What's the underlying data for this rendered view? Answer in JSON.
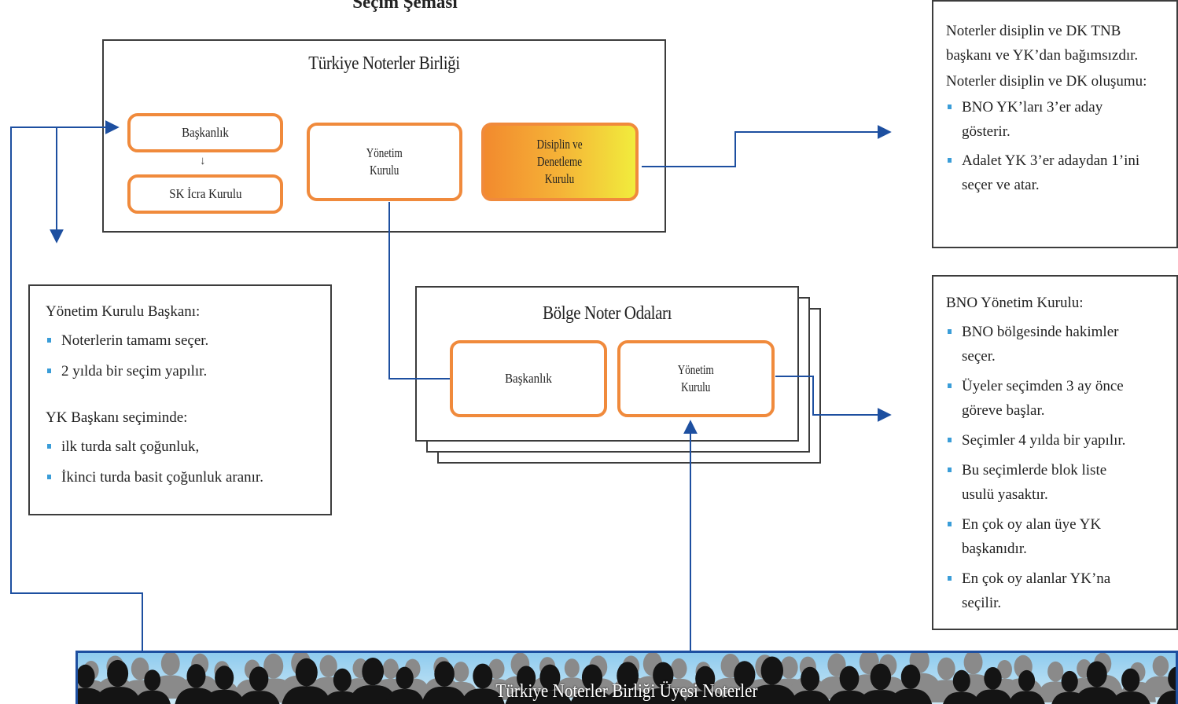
{
  "title": "Seçim Şeması",
  "tnb": {
    "title": "Türkiye Noterler Birliği",
    "baskanlik": "Başkanlık",
    "sk_icra": "SK İcra Kurulu",
    "yonetim_line1": "Yönetim",
    "yonetim_line2": "Kurulu",
    "disiplin_line1": "Disiplin ve",
    "disiplin_line2": "Denetleme",
    "disiplin_line3": "Kurulu"
  },
  "bno": {
    "title": "Bölge Noter Odaları",
    "baskanlik": "Başkanlık",
    "yonetim_line1": "Yönetim",
    "yonetim_line2": "Kurulu"
  },
  "note_top_right": {
    "p1": "Noterler disiplin ve DK TNB başkanı ve YK’dan bağımsızdır.",
    "p2": "Noterler disiplin ve DK oluşumu:",
    "items": [
      "BNO YK’ları 3’er aday gösterir.",
      "Adalet YK 3’er adaydan 1’ini seçer ve atar."
    ]
  },
  "note_left": {
    "heading1": "Yönetim Kurulu Başkanı:",
    "items1": [
      "Noterlerin tamamı seçer.",
      "2 yılda bir seçim yapılır."
    ],
    "heading2": "YK Başkanı seçiminde:",
    "items2": [
      "ilk turda salt çoğunluk,",
      "İkinci turda basit çoğunluk aranır."
    ]
  },
  "note_bno": {
    "heading": "BNO Yönetim Kurulu:",
    "items": [
      "BNO bölgesinde hakimler seçer.",
      "Üyeler seçimden 3 ay önce göreve başlar.",
      "Seçimler 4 yılda bir yapılır.",
      "Bu seçimlerde blok liste usulü yasaktır.",
      "En çok oy alan üye YK başkanıdır.",
      "En çok oy alanlar YK’na seçilir."
    ]
  },
  "crowd_label": "Türkiye Noterler Birliği Üyesi Noterler",
  "colors": {
    "line": "#1d4fa0",
    "orange": "#f08a3c",
    "bullet": "#3a9dd8"
  }
}
